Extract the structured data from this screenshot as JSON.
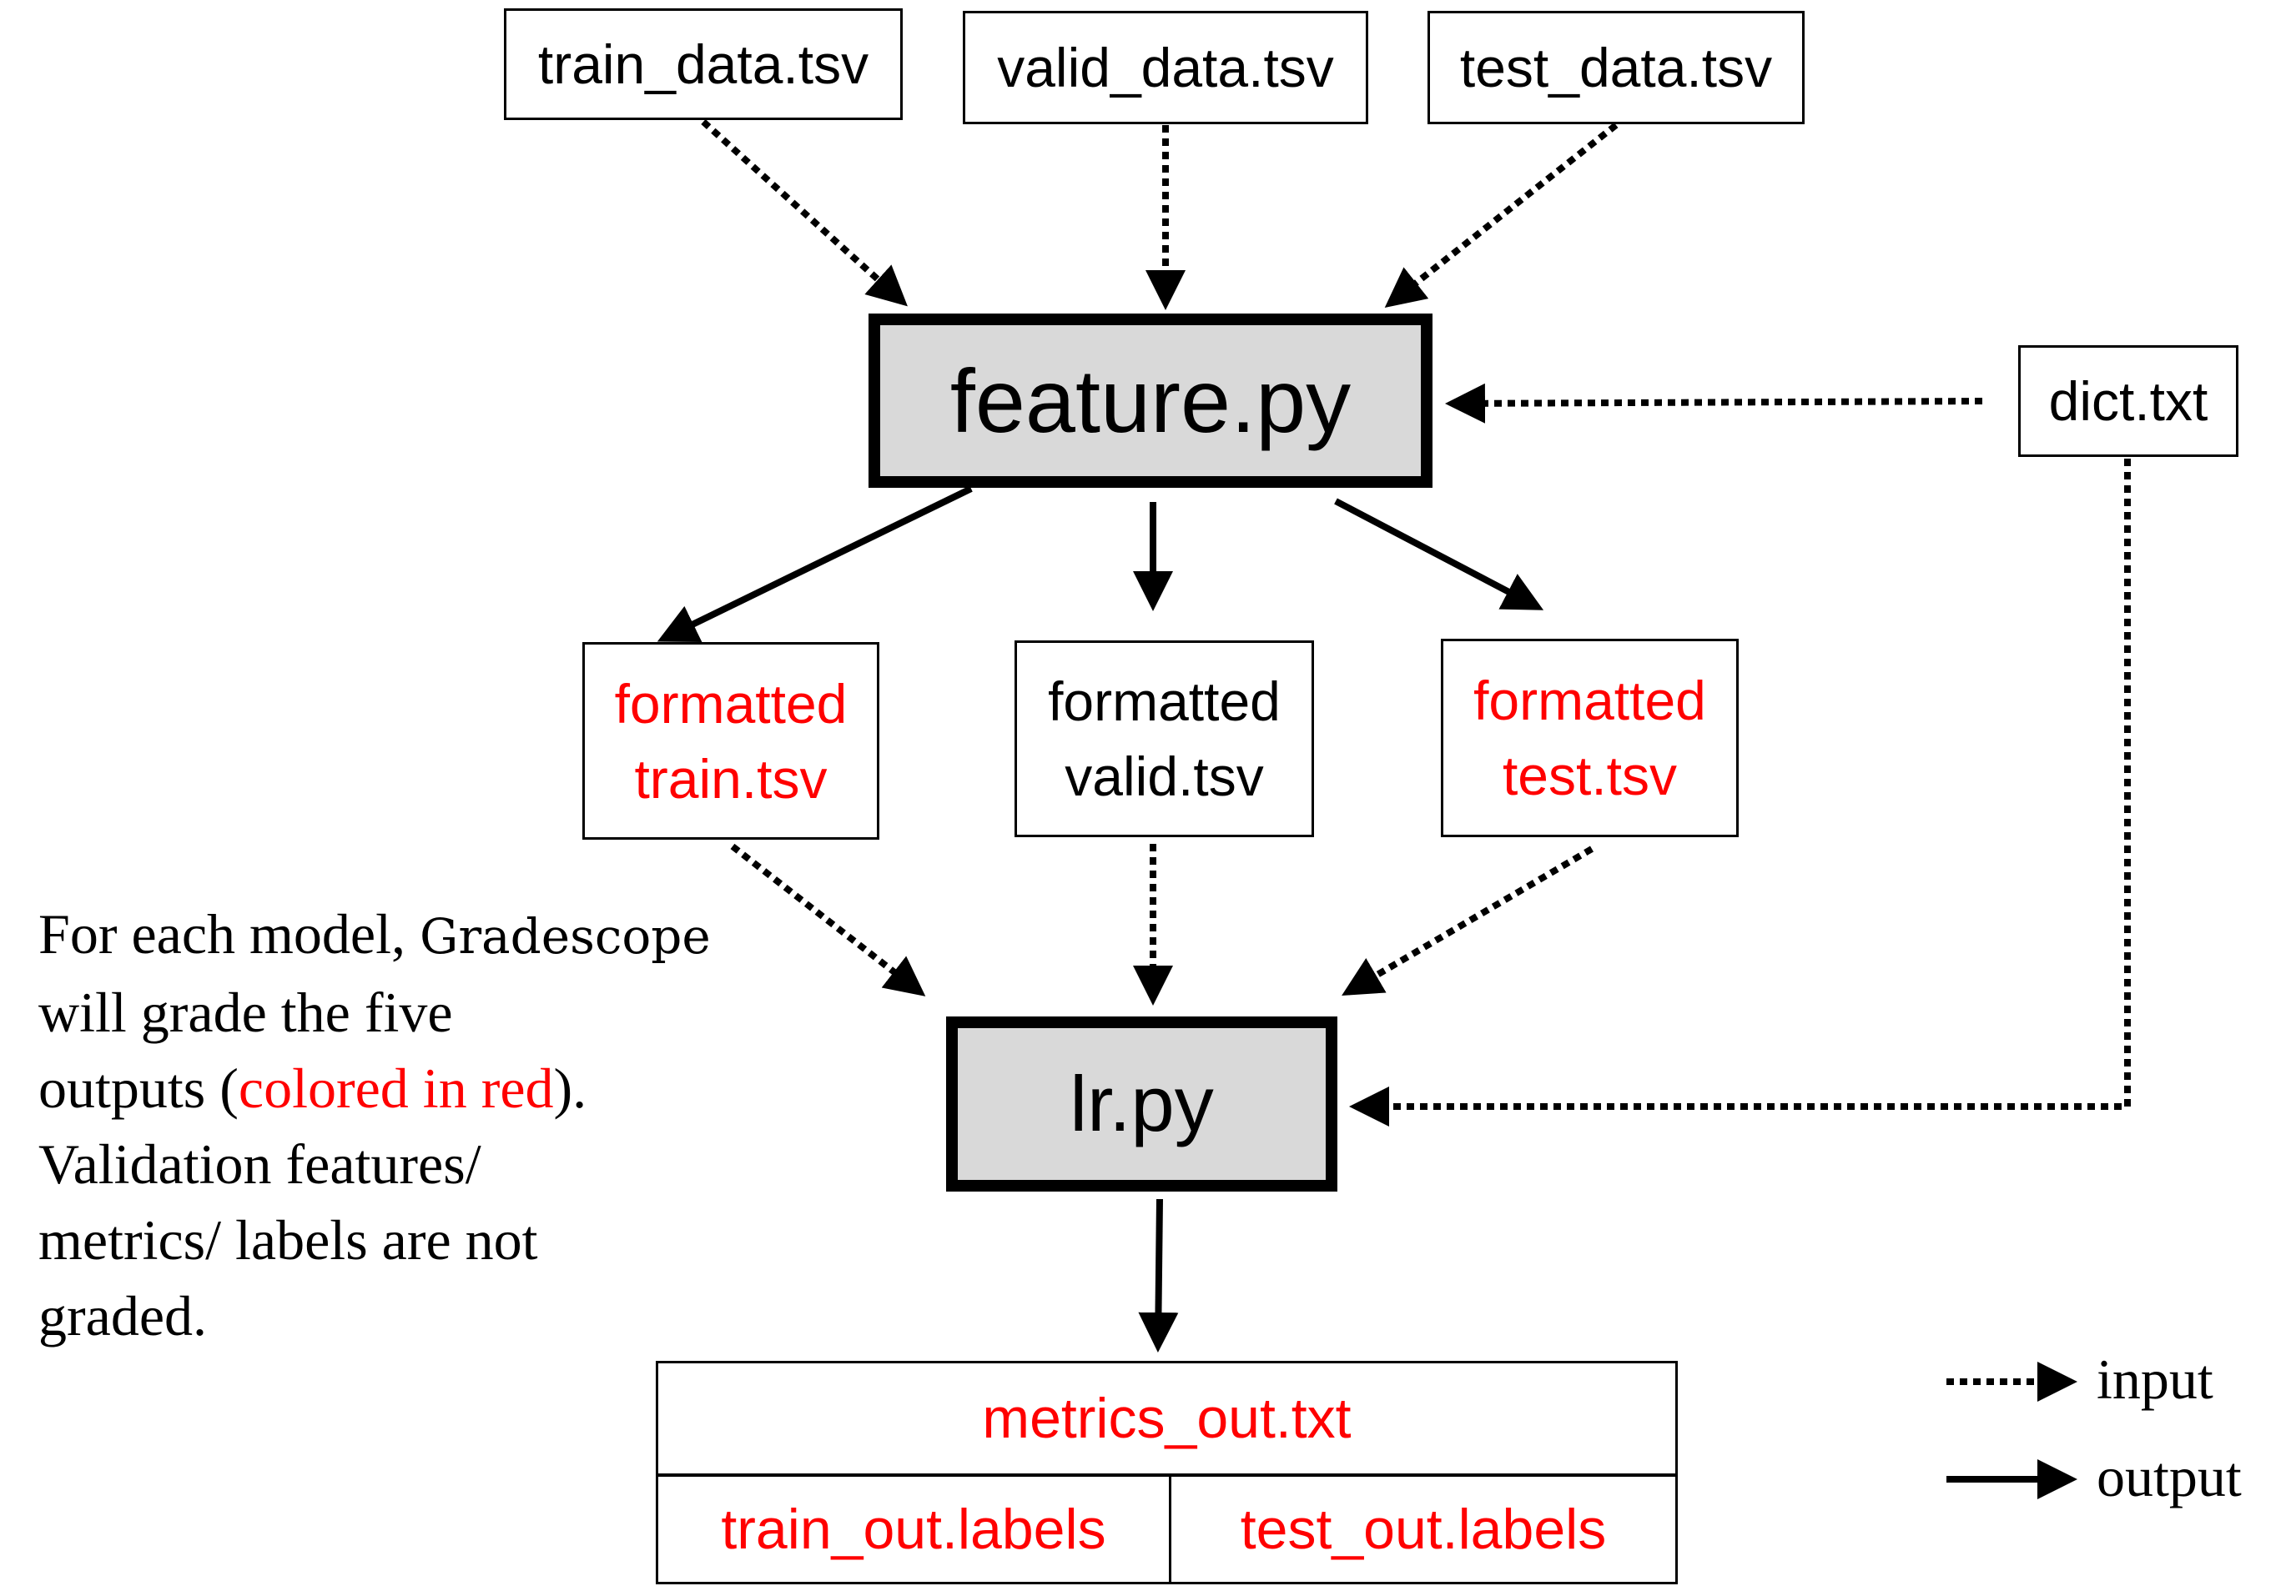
{
  "inputs": {
    "train": "train_data.tsv",
    "valid": "valid_data.tsv",
    "test": "test_data.tsv",
    "dict": "dict.txt"
  },
  "feature_program": "feature.py",
  "formatted": {
    "train": [
      "formatted",
      "train.tsv"
    ],
    "valid": [
      "formatted",
      "valid.tsv"
    ],
    "test": [
      "formatted",
      "test.tsv"
    ]
  },
  "lr_program": "lr.py",
  "outputs": {
    "metrics": "metrics_out.txt",
    "train_labels": "train_out.labels",
    "test_labels": "test_out.labels"
  },
  "note": {
    "part1": "For each model,",
    "grader": "Gradescope",
    "part2": "will grade the five outputs (",
    "red_phrase": "colored in red",
    "part3": "). Validation features/ metrics/ labels are not graded."
  },
  "legend": {
    "input": "input",
    "output": "output"
  },
  "colors": {
    "graded_text": "#ff0000",
    "default_text": "#000000",
    "program_fill": "#d9d9d9"
  }
}
